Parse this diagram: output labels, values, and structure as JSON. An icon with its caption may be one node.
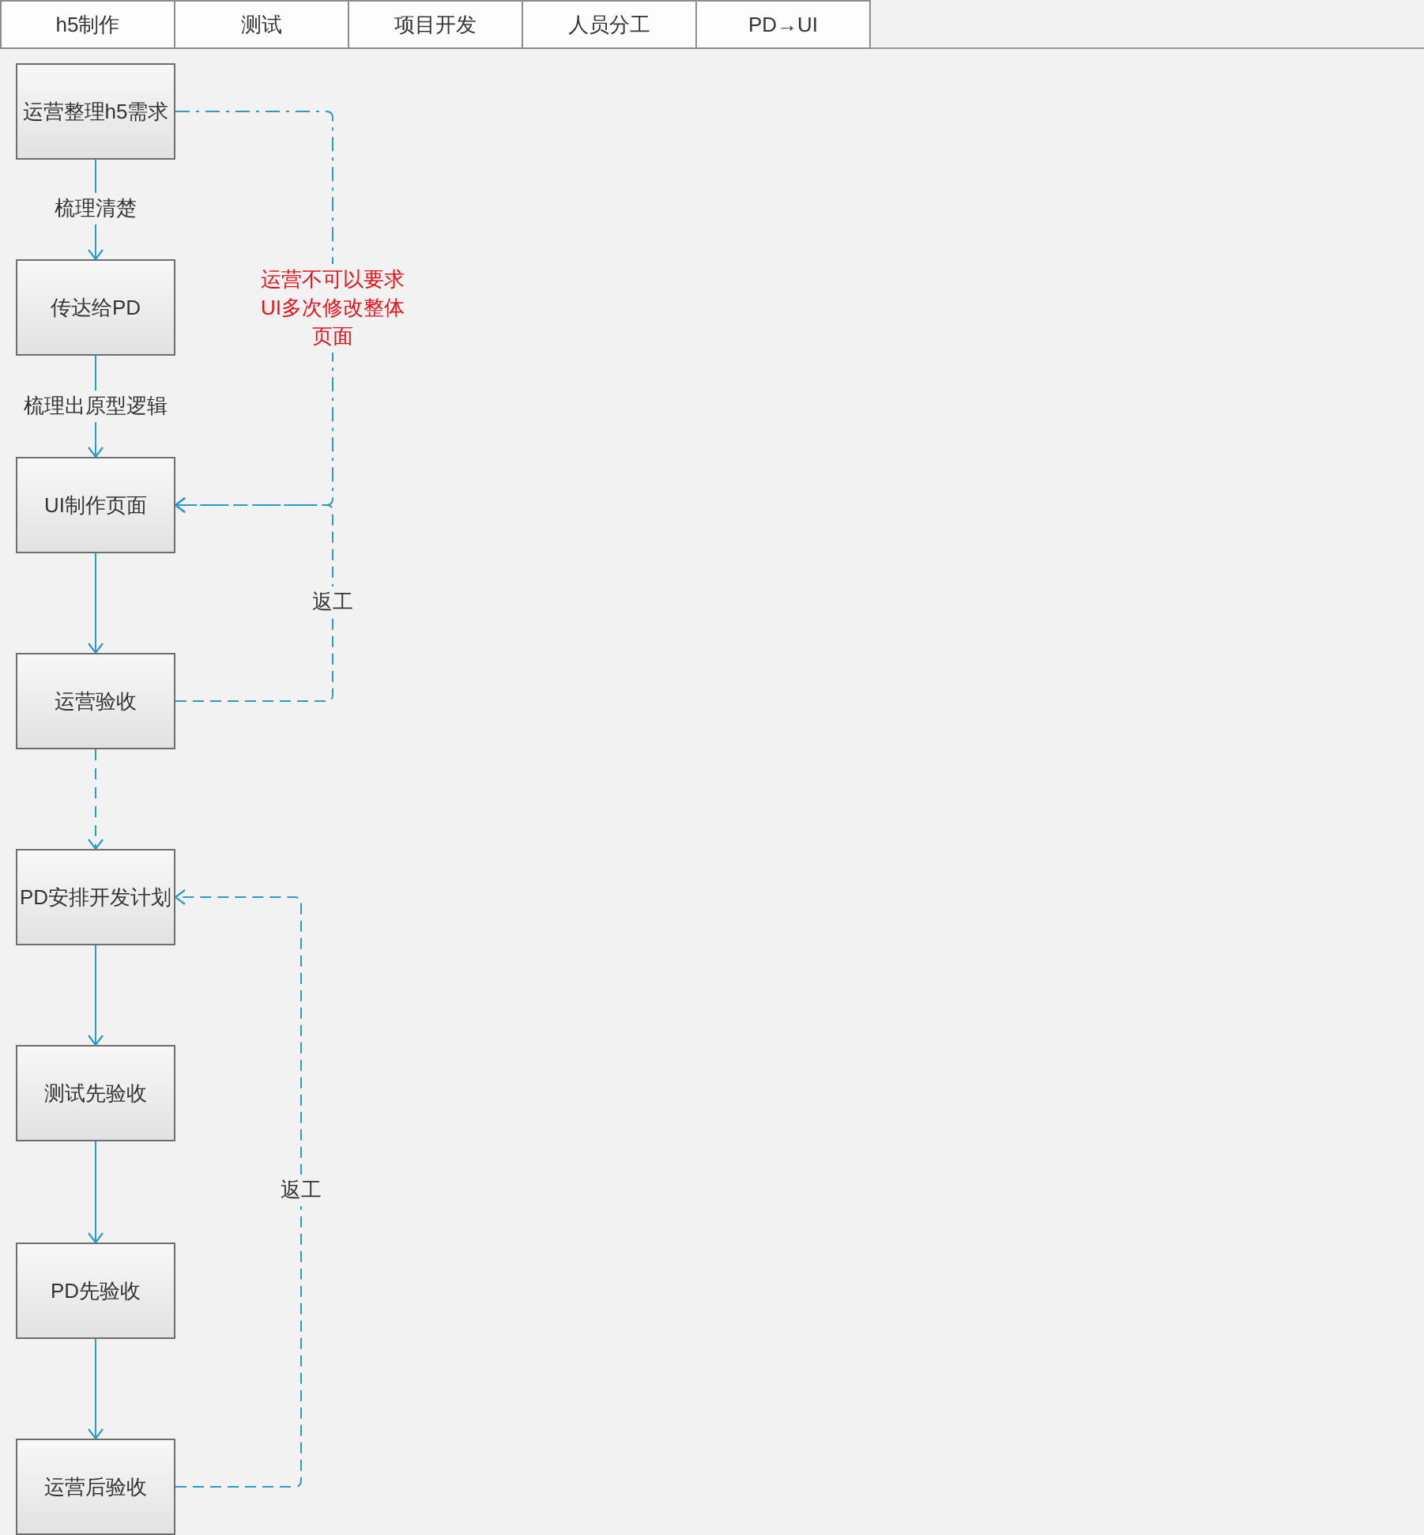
{
  "diagram": {
    "nodes": [
      {
        "text": [
          "h5制作"
        ]
      },
      {
        "text": [
          "测试"
        ]
      },
      {
        "text": [
          "项目开发"
        ]
      },
      {
        "text": [
          "人员分工"
        ]
      },
      {
        "text": [
          "PD→UI"
        ]
      },
      {
        "text": [
          "运营整理h5需求"
        ]
      },
      {
        "text": [
          "传达给PD"
        ]
      },
      {
        "text": [
          "UI制作页面"
        ]
      },
      {
        "text": [
          "运营验收"
        ]
      },
      {
        "text": [
          "PD安排开发计划"
        ]
      },
      {
        "text": [
          "测试先验收"
        ]
      },
      {
        "text": [
          "PD先验收"
        ]
      },
      {
        "text": [
          "运营后验收"
        ]
      }
    ],
    "edges": [
      {
        "from": 5,
        "to": 6,
        "arrow": "to",
        "label": "梳理清楚"
      },
      {
        "from": 6,
        "to": 7,
        "arrow": "to",
        "label": "梳理出原型逻辑"
      },
      {
        "from": 7,
        "to": 8,
        "arrow": "to"
      },
      {
        "from": 8,
        "to": 9,
        "arrow": "to",
        "style": "dashed"
      },
      {
        "from": 5,
        "to": 7,
        "arrow": "to",
        "style": "dashed",
        "label": "运营不可以要求UI多次修改整体页面"
      },
      {
        "from": 8,
        "to": 7,
        "arrow": "to",
        "style": "dashed",
        "label": "返工"
      },
      {
        "from": 9,
        "to": 10,
        "arrow": "to"
      },
      {
        "from": 10,
        "to": 11,
        "arrow": "to"
      },
      {
        "from": 11,
        "to": 12,
        "arrow": "to"
      },
      {
        "from": 12,
        "to": 9,
        "arrow": "to",
        "style": "dashed",
        "label": "返工"
      }
    ]
  }
}
